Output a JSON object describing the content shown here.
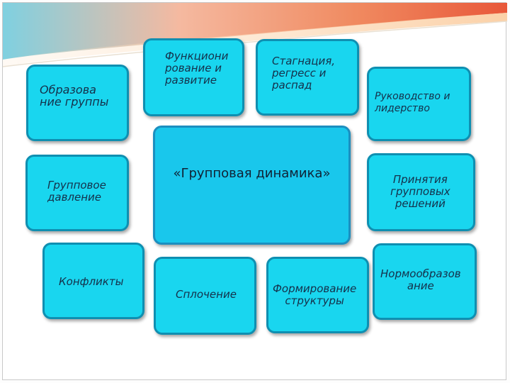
{
  "diagram": {
    "center": "«Групповая динамика»",
    "nodes": {
      "formation": "Образова\nние группы",
      "functioning": "Функциони\nрование и\nразвитие",
      "stagnation": "Стагнация,\nрегресс и\nраспад",
      "leadership": "Руководство и\nлидерство",
      "pressure": "Групповое\nдавление",
      "decisions": "Принятия\nгрупповых\nрешений",
      "conflicts": "Конфликты",
      "cohesion": "Сплочение",
      "structure": "Формирование\nструктуры",
      "norms": "Нормообразов\nание"
    }
  },
  "colors": {
    "box_fill": "#19d6ef",
    "box_border": "#0f8fb1",
    "header_accent": "#f06a4a"
  }
}
